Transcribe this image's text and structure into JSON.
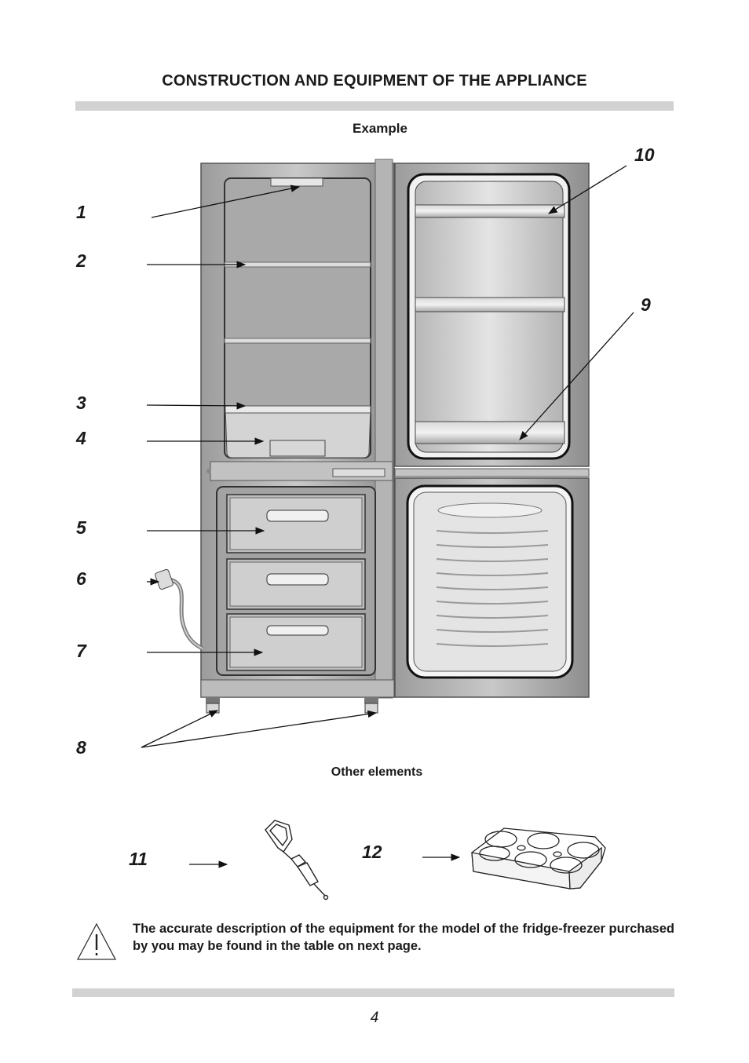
{
  "header": {
    "title": "CONSTRUCTION AND EQUIPMENT OF THE APPLIANCE"
  },
  "figure": {
    "example_caption": "Example",
    "other_caption": "Other elements",
    "labels": [
      "1",
      "2",
      "3",
      "4",
      "5",
      "6",
      "7",
      "8",
      "9",
      "10",
      "11",
      "12"
    ]
  },
  "note": {
    "text": "The accurate description of the equipment for the model of the fridge-freezer purchased by you may be found in the table on next page."
  },
  "footer": {
    "page_number": "4"
  }
}
